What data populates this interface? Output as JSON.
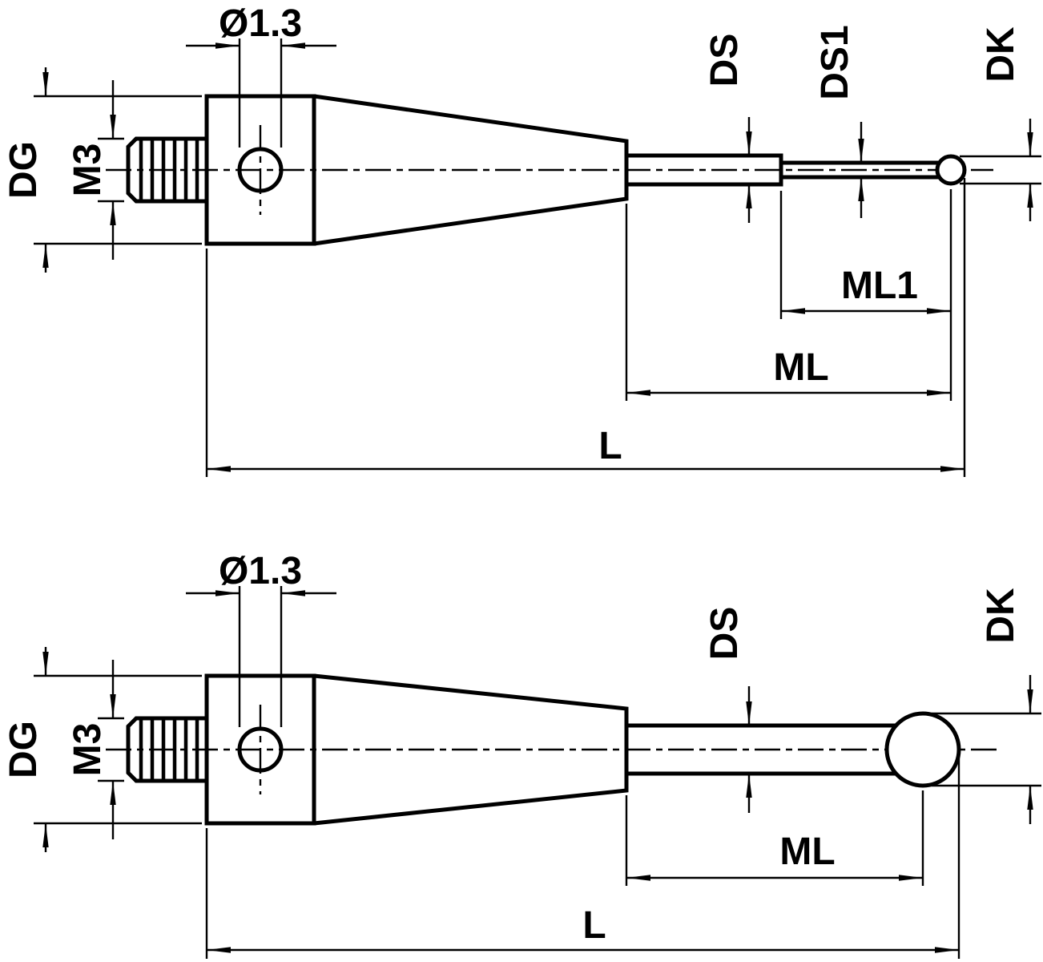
{
  "drawing": {
    "background": "#ffffff",
    "line_color": "#000000",
    "views": {
      "top": {
        "labels": {
          "hole_diameter": "Ø1.3",
          "shank_diameter": "DG",
          "thread": "M3",
          "stem_diameter": "DS",
          "stem_tip_diameter": "DS1",
          "ball_diameter": "DK",
          "tip_stem_length": "ML1",
          "measuring_length": "ML",
          "overall_length": "L"
        }
      },
      "bottom": {
        "labels": {
          "hole_diameter": "Ø1.3",
          "shank_diameter": "DG",
          "thread": "M3",
          "stem_diameter": "DS",
          "ball_diameter": "DK",
          "measuring_length": "ML",
          "overall_length": "L"
        }
      }
    }
  }
}
